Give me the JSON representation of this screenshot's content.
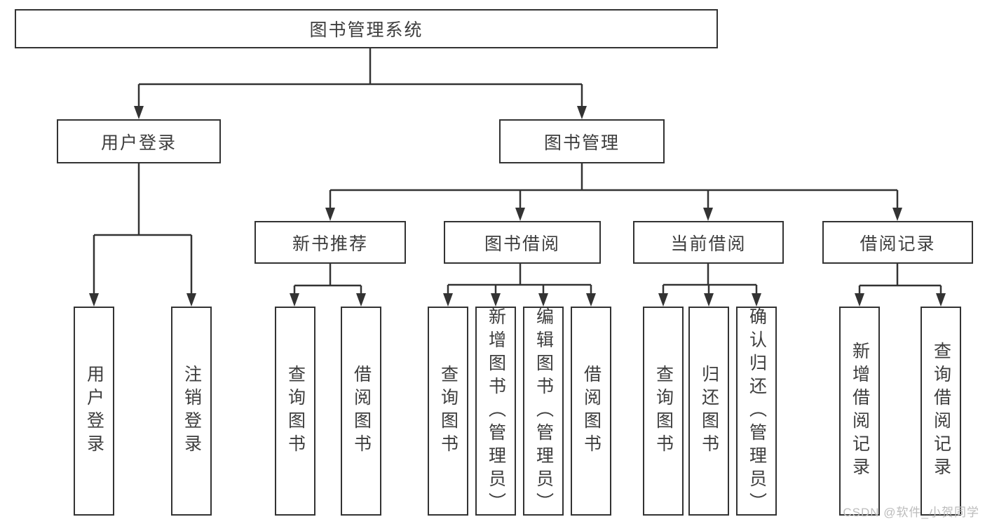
{
  "diagram_title": "图书管理系统",
  "colors": {
    "line": "#333333",
    "box_border": "#333333",
    "text": "#3d3d3d",
    "watermark": "#bcbcbc",
    "background": "#ffffff"
  },
  "tree": {
    "root": {
      "label": "图书管理系统"
    },
    "branches": [
      {
        "label": "用户登录",
        "leaves": [
          {
            "label": "用户登录"
          },
          {
            "label": "注销登录"
          }
        ]
      },
      {
        "label": "图书管理",
        "groups": [
          {
            "label": "新书推荐",
            "leaves": [
              {
                "label": "查询图书"
              },
              {
                "label": "借阅图书"
              }
            ]
          },
          {
            "label": "图书借阅",
            "leaves": [
              {
                "label": "查询图书"
              },
              {
                "label": "新增图书（管理员）"
              },
              {
                "label": "编辑图书（管理员）"
              },
              {
                "label": "借阅图书"
              }
            ]
          },
          {
            "label": "当前借阅",
            "leaves": [
              {
                "label": "查询图书"
              },
              {
                "label": "归还图书"
              },
              {
                "label": "确认归还（管理员）"
              }
            ]
          },
          {
            "label": "借阅记录",
            "leaves": [
              {
                "label": "新增借阅记录"
              },
              {
                "label": "查询借阅记录"
              }
            ]
          }
        ]
      }
    ]
  },
  "watermark": "CSDN @软件_小贺同学"
}
